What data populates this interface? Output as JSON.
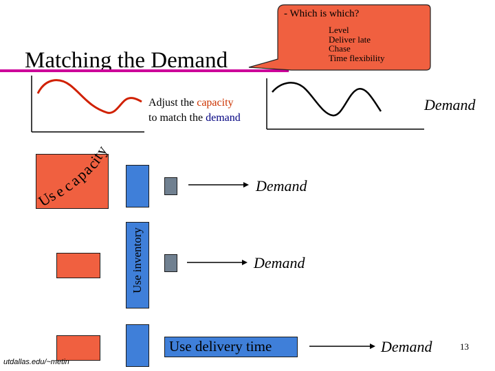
{
  "slide": {
    "title": "Matching the Demand",
    "callout": {
      "question": "- Which is which?",
      "options": [
        "Level",
        "Deliver late",
        "Chase",
        "Time flexibility"
      ]
    },
    "adjust": {
      "prefix": "Adjust the ",
      "capacity_word": "capacity",
      "line2_prefix": "to match the ",
      "demand_word": "demand"
    },
    "demand_labels": {
      "top": "Demand",
      "row1": "Demand",
      "row2": "Demand",
      "row3": "Demand"
    },
    "use_capacity_letters": [
      "U",
      "s",
      "e",
      "c",
      "a",
      "p",
      "a",
      "c",
      "i",
      "t",
      "y"
    ],
    "use_inventory": "Use inventory",
    "use_delivery_time": "Use delivery time",
    "footer": "utdallas.edu/~metin",
    "page_number": "13"
  },
  "colors": {
    "accent": "#f06040",
    "box": "#3f7fd9",
    "small_box": "#708090",
    "underline": "#cc0099",
    "capacity_text": "#cc3300",
    "demand_text": "#000080"
  }
}
